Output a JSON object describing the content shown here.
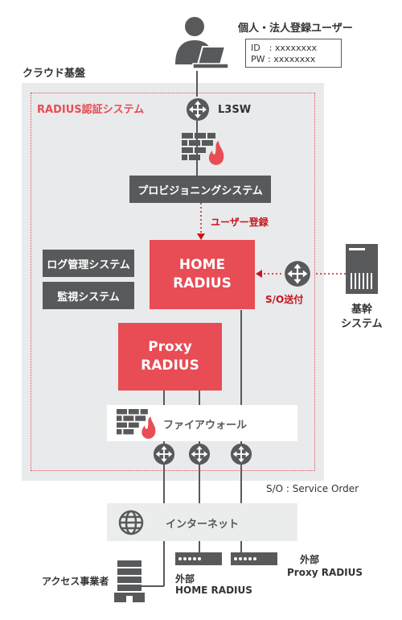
{
  "user_label": "個人・法人登録ユーザー",
  "credentials": {
    "id_line": "ID　: xxxxxxxx",
    "pw_line": "PW : xxxxxxxx"
  },
  "cloud_label": "クラウド基盤",
  "radius_system_label": "RADIUS認証システム",
  "l3sw_label": "L3SW",
  "provisioning_label": "プロビジョニングシステム",
  "user_registration_label": "ユーザー登録",
  "log_mgmt_label": "ログ管理システム",
  "monitoring_label": "監視システム",
  "home_radius": {
    "line1": "HOME",
    "line2": "RADIUS"
  },
  "proxy_radius": {
    "line1": "Proxy",
    "line2": "RADIUS"
  },
  "so_send_label": "S/O送付",
  "core_system": {
    "line1": "基幹",
    "line2": "システム"
  },
  "firewall_label": "ファイアウォール",
  "so_legend": "S/O : Service Order",
  "internet_label": "インターネット",
  "access_operator_label": "アクセス事業者",
  "ext_home_radius": {
    "line1": "外部",
    "line2": "HOME RADIUS"
  },
  "ext_proxy_radius": {
    "line1": "外部",
    "line2": "Proxy RADIUS"
  },
  "colors": {
    "accent_red": "#e84c55",
    "dark_text_red": "#c7161e",
    "box_dark": "#58595b",
    "cloud_bg": "#e9eaeb"
  },
  "icons": [
    "user-laptop-icon",
    "router-icon",
    "firewall-icon",
    "server-icon",
    "globe-icon",
    "building-icon",
    "rack-server-icon"
  ]
}
